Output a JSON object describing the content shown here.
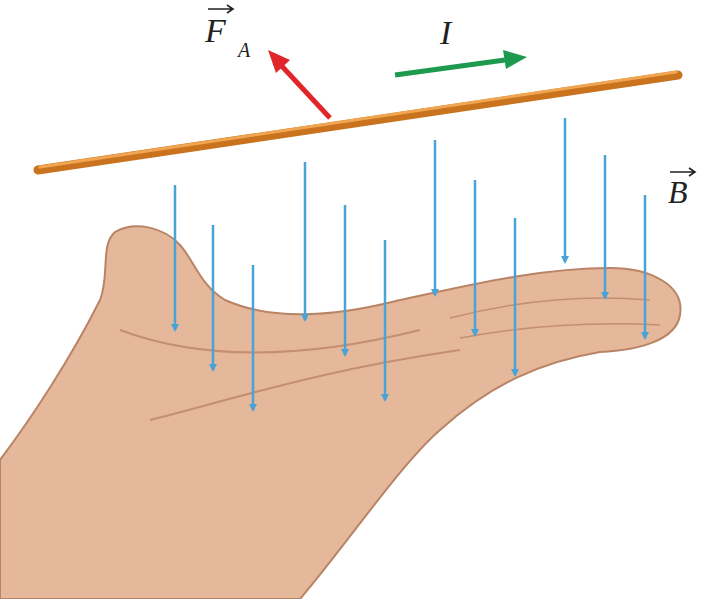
{
  "diagram": {
    "labels": [
      "F",
      "A",
      "I",
      "B"
    ]
  }
}
